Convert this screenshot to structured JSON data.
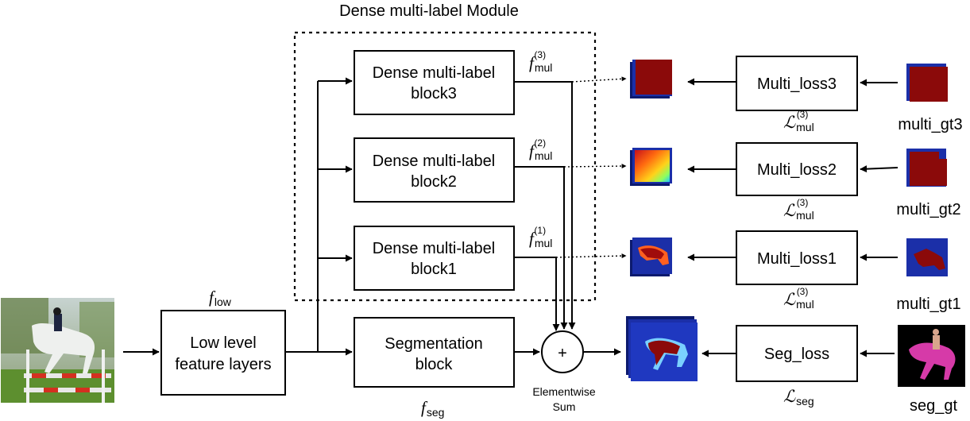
{
  "module": {
    "title": "Dense multi-label Module"
  },
  "blocks": {
    "dense3": {
      "line1": "Dense multi-label",
      "line2": "block3"
    },
    "dense2": {
      "line1": "Dense multi-label",
      "line2": "block2"
    },
    "dense1": {
      "line1": "Dense multi-label",
      "line2": "block1"
    },
    "segmentation": {
      "line1": "Segmentation",
      "line2": "block"
    },
    "low_level": {
      "line1": "Low level",
      "line2": "feature layers"
    }
  },
  "features": {
    "f3": {
      "base": "f",
      "sub": "mul",
      "sup": "(3)"
    },
    "f2": {
      "base": "f",
      "sub": "mul",
      "sup": "(2)"
    },
    "f1": {
      "base": "f",
      "sub": "mul",
      "sup": "(1)"
    },
    "low": {
      "base": "f",
      "sub": "low"
    },
    "seg": {
      "base": "f",
      "sub": "seg"
    }
  },
  "sum": {
    "symbol": "+",
    "line1": "Elementwise",
    "line2": "Sum"
  },
  "losses": {
    "loss3": {
      "label": "Multi_loss3",
      "sym": "ℒ",
      "sub": "mul",
      "sup": "(3)"
    },
    "loss2": {
      "label": "Multi_loss2",
      "sym": "ℒ",
      "sub": "mul",
      "sup": "(3)"
    },
    "loss1": {
      "label": "Multi_loss1",
      "sym": "ℒ",
      "sub": "mul",
      "sup": "(3)"
    },
    "seg": {
      "label": "Seg_loss",
      "sym": "ℒ",
      "sub": "seg"
    }
  },
  "ground_truth": {
    "gt3": "multi_gt3",
    "gt2": "multi_gt2",
    "gt1": "multi_gt1",
    "seg": "seg_gt"
  },
  "colors": {
    "map_red": "#8b0a0a",
    "map_blue": "#1b2fa8",
    "map_blue_deep": "#0c1a6e",
    "mask_pink": "#d63aa8",
    "mask_rider": "#d9a58c"
  }
}
